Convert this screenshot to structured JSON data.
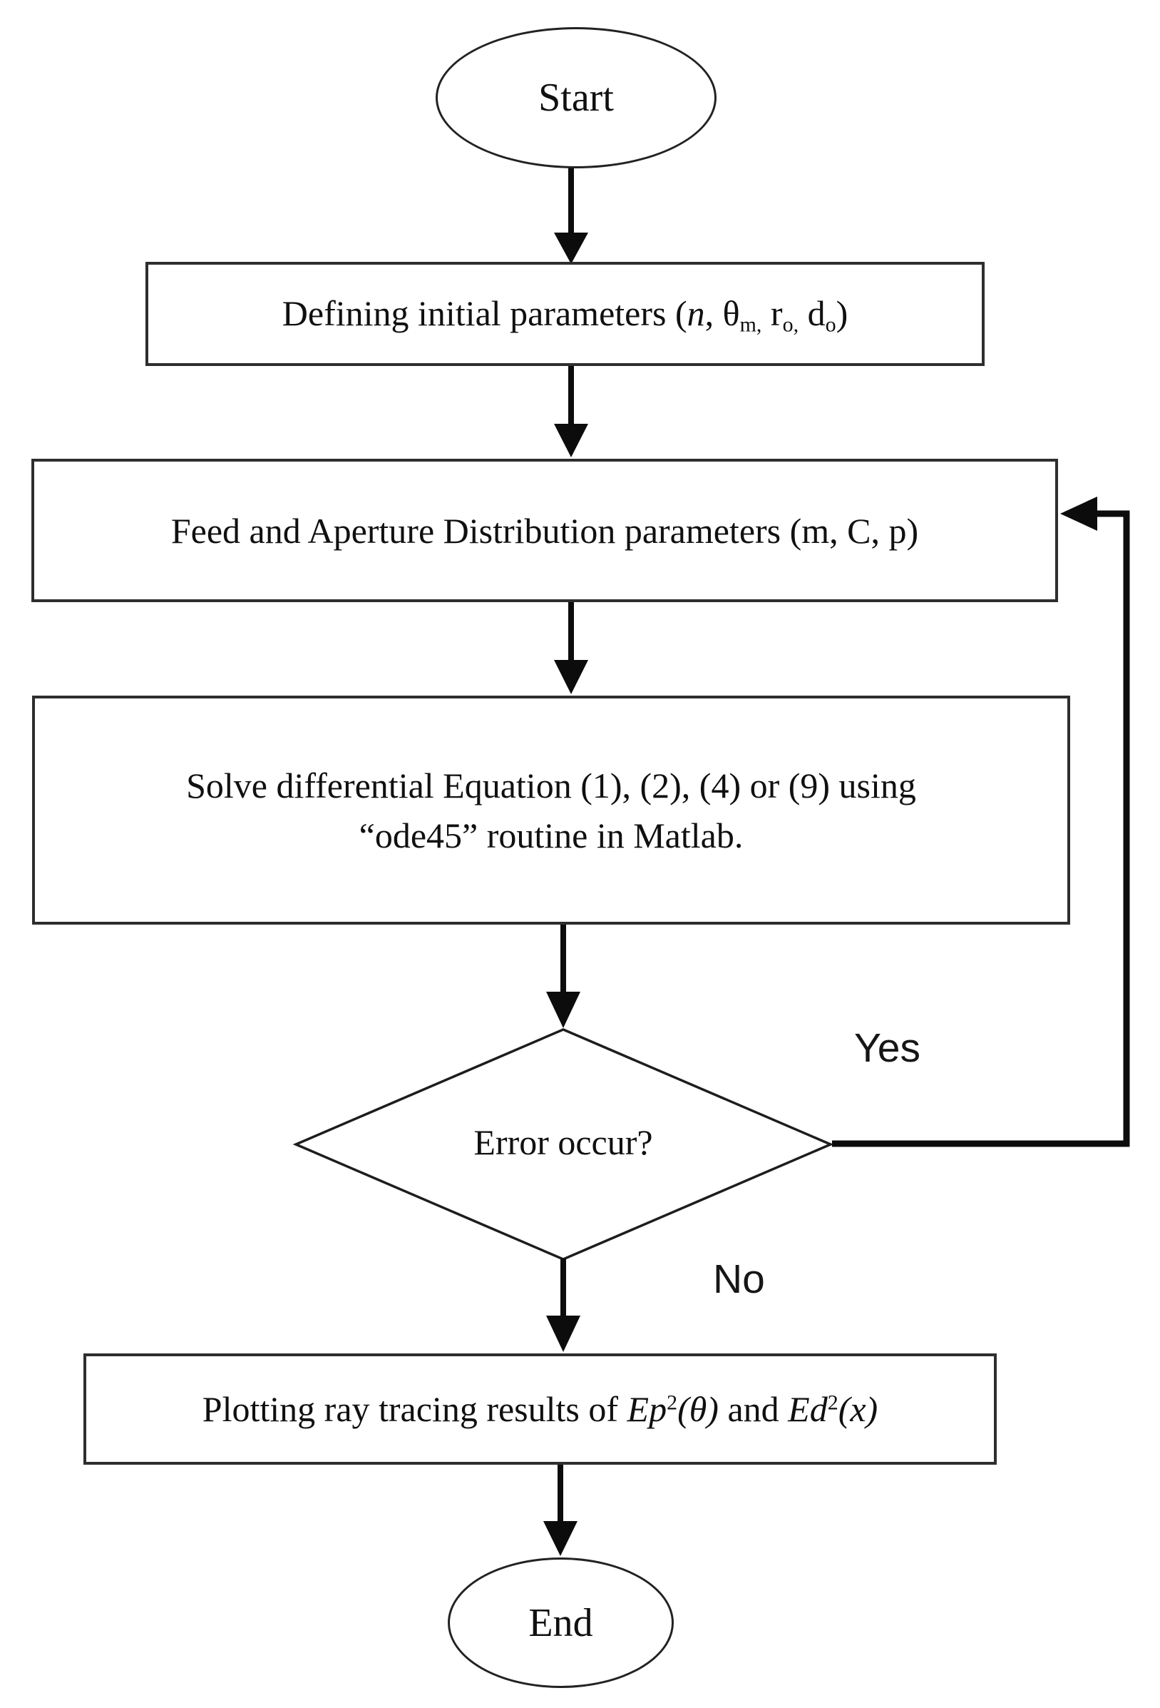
{
  "flowchart": {
    "colors": {
      "background": "#ffffff",
      "stroke": "#0c0c0c",
      "box_border": "#2e2e2e",
      "text": "#101010"
    },
    "nodes": {
      "start": {
        "label": "Start"
      },
      "box1": {
        "runs": [
          {
            "t": "Defining initial parameters ("
          },
          {
            "t": "n",
            "s": "italic"
          },
          {
            "t": ", "
          },
          {
            "t": "θ"
          },
          {
            "t": "m,",
            "s": "sub"
          },
          {
            "t": " r"
          },
          {
            "t": "o,",
            "s": "sub"
          },
          {
            "t": " d"
          },
          {
            "t": "o",
            "s": "sub"
          },
          {
            "t": ")"
          }
        ]
      },
      "box2": {
        "label": "Feed and Aperture Distribution parameters (m, C, p)"
      },
      "box3": {
        "line1": "Solve differential Equation (1), (2), (4) or (9) using",
        "line2": "“ode45” routine in Matlab."
      },
      "decision": {
        "label": "Error occur?"
      },
      "box4": {
        "runs": [
          {
            "t": "Plotting ray tracing results of "
          },
          {
            "t": "Ep",
            "s": "italic"
          },
          {
            "t": "2",
            "s": "sup"
          },
          {
            "t": "(θ)",
            "s": "italic"
          },
          {
            "t": " and "
          },
          {
            "t": "Ed",
            "s": "italic"
          },
          {
            "t": "2",
            "s": "sup"
          },
          {
            "t": "(x)",
            "s": "italic"
          }
        ]
      },
      "end": {
        "label": "End"
      }
    },
    "edges": {
      "yes_label": "Yes",
      "no_label": "No"
    }
  }
}
